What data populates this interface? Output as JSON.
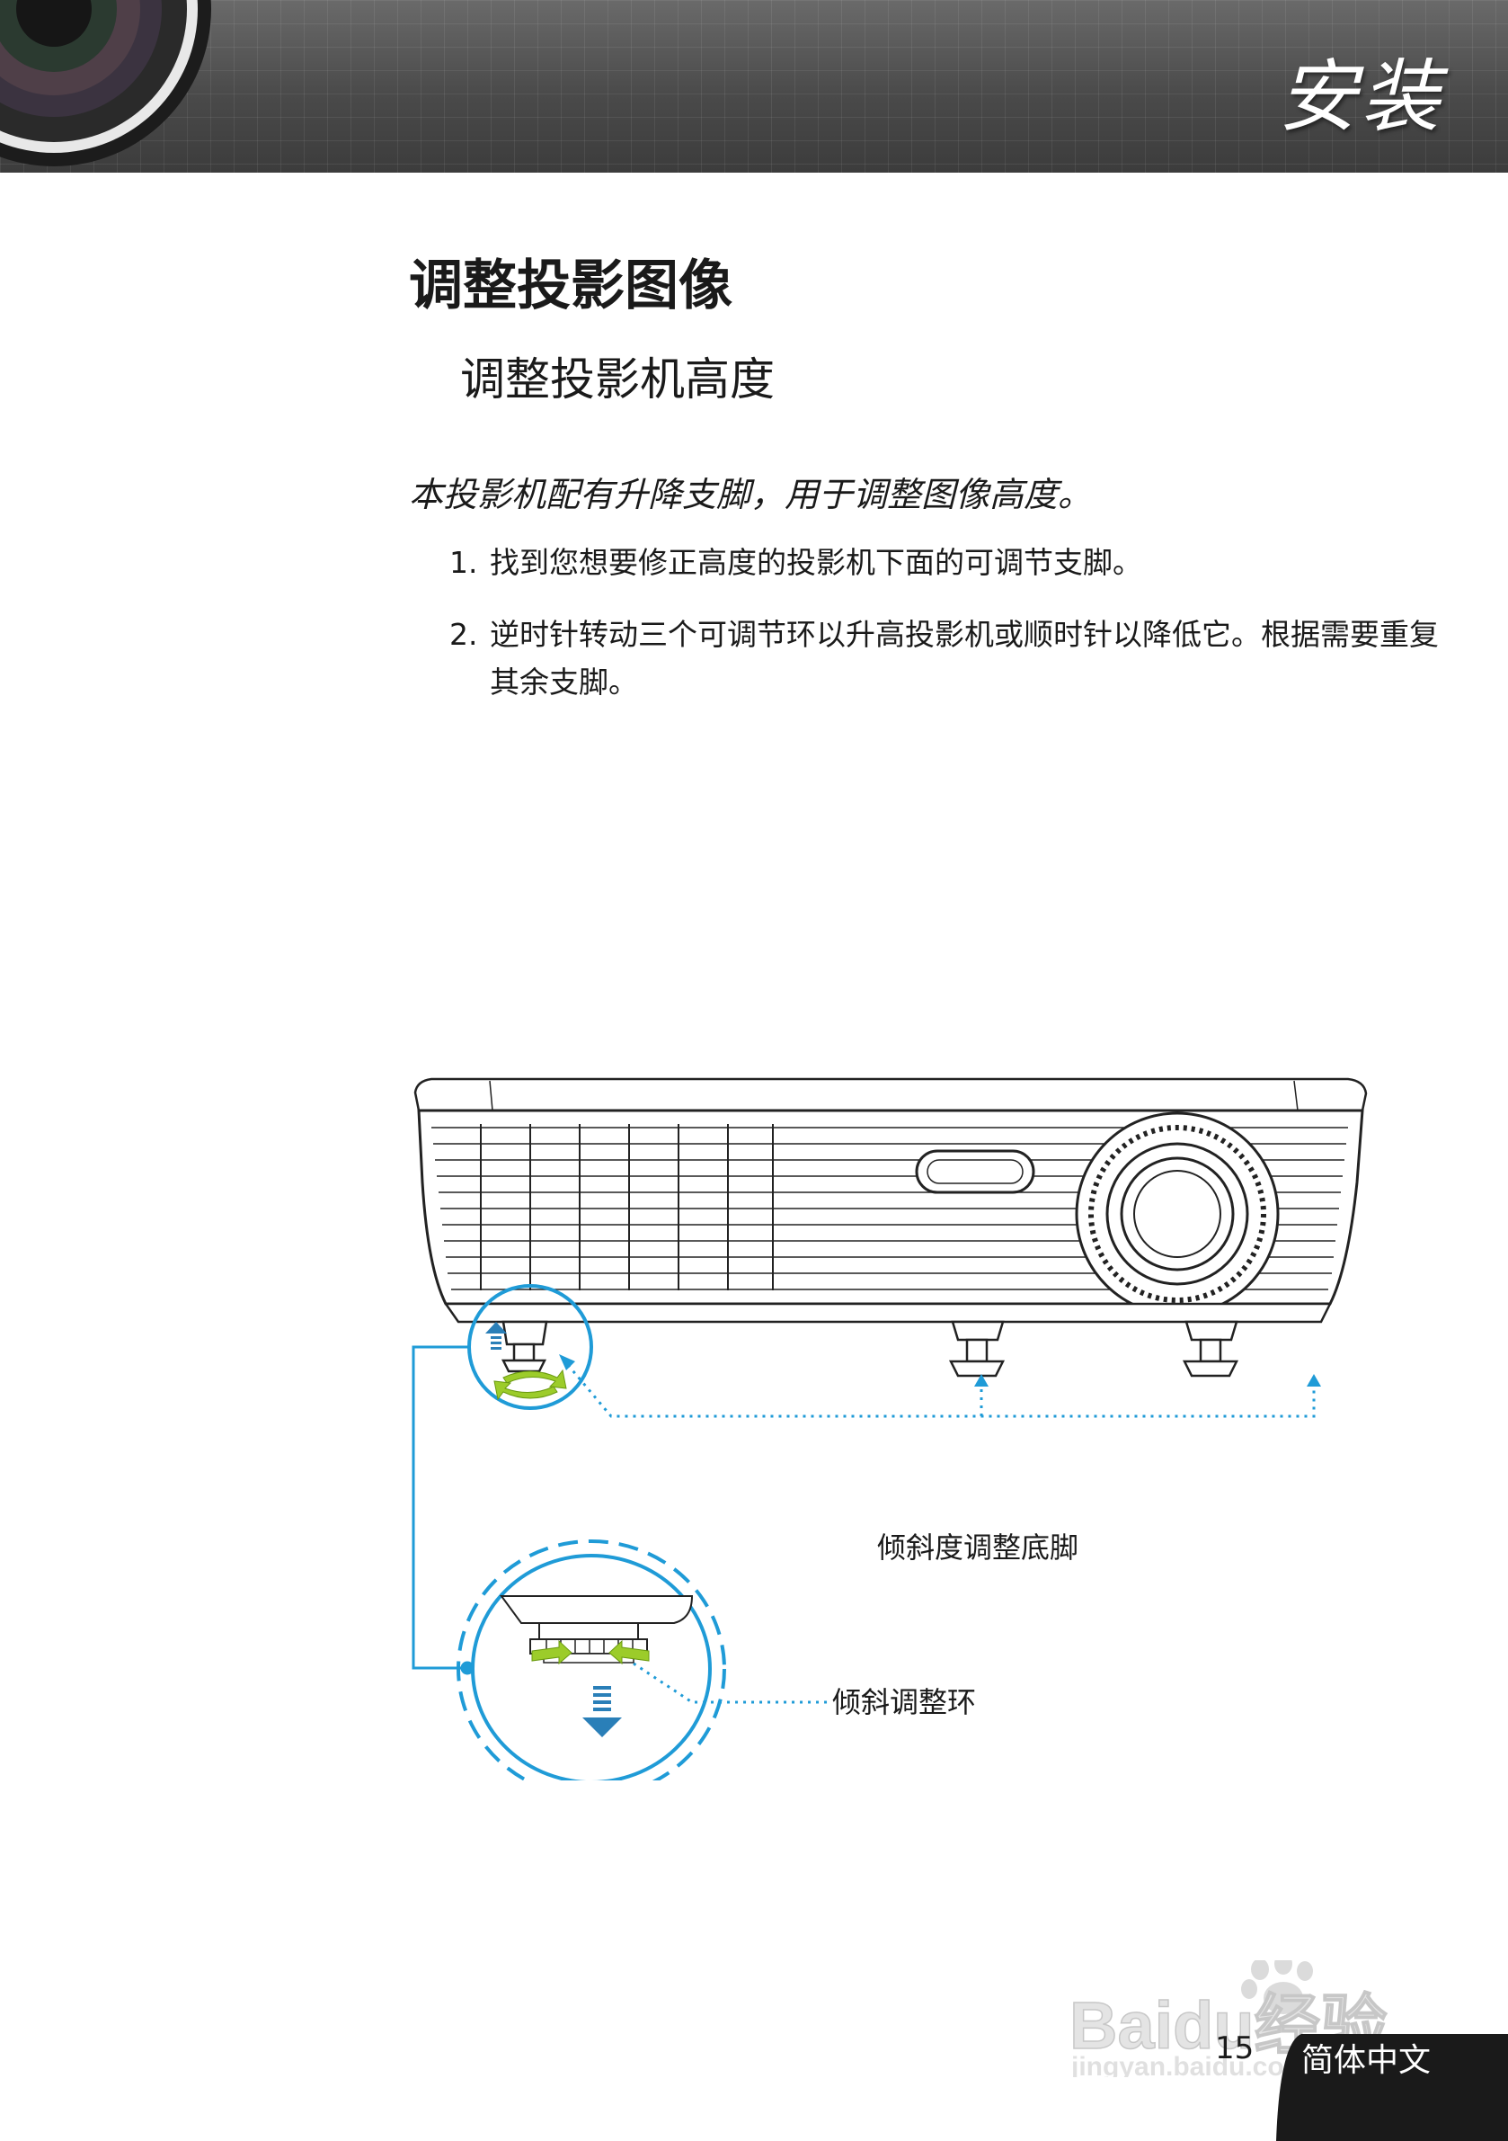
{
  "header": {
    "section_title": "安装"
  },
  "content": {
    "heading": "调整投影图像",
    "subheading": "调整投影机高度",
    "intro": "本投影机配有升降支脚，用于调整图像高度。",
    "steps": [
      {
        "number": "1.",
        "text": "找到您想要修正高度的投影机下面的可调节支脚。"
      },
      {
        "number": "2.",
        "text": "逆时针转动三个可调节环以升高投影机或顺时针以降低它。根据需要重复其余支脚。"
      }
    ]
  },
  "diagram": {
    "callouts": {
      "tilt_feet": "倾斜度调整底脚",
      "tilt_ring": "倾斜调整环"
    },
    "colors": {
      "accent": "#1f9bd7",
      "arrow_green": "#9ccc2a",
      "arrow_down": "#2a7fb8"
    }
  },
  "footer": {
    "page_number": "15",
    "language": "简体中文",
    "watermark_text": "Baidu经验",
    "watermark_url": "jingyan.baidu.com"
  }
}
